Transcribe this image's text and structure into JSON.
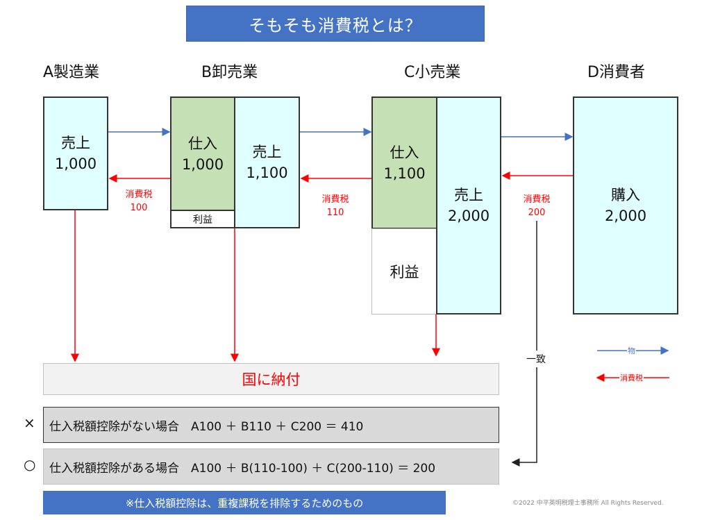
{
  "title": "そもそも消費税とは？",
  "columns": {
    "a": "A製造業",
    "b": "B卸売業",
    "c": "C小売業",
    "d": "D消費者"
  },
  "boxes": {
    "a_sales": {
      "label": "売上",
      "value": "1,000"
    },
    "b_purchase": {
      "label": "仕入",
      "value": "1,000"
    },
    "b_profit": {
      "label": "利益"
    },
    "b_sales": {
      "label": "売上",
      "value": "1,100"
    },
    "c_purchase": {
      "label": "仕入",
      "value": "1,100"
    },
    "c_profit": {
      "label": "利益"
    },
    "c_sales": {
      "label": "売上",
      "value": "2,000"
    },
    "d_purchase": {
      "label": "購入",
      "value": "2,000"
    }
  },
  "tax_flows": [
    {
      "label": "消費税",
      "value": "100"
    },
    {
      "label": "消費税",
      "value": "110"
    },
    {
      "label": "消費税",
      "value": "200"
    }
  ],
  "pay_to_nation": "国に納付",
  "match_label": "一致",
  "calculations": [
    {
      "mark": "×",
      "text": "仕入税額控除がない場合　A100 ＋ B110 ＋ C200 ＝ 410"
    },
    {
      "mark": "○",
      "text": "仕入税額控除がある場合　A100 ＋ B(110-100) ＋ C(200-110) ＝ 200"
    }
  ],
  "note": "※仕入税額控除は、重複課税を排除するためのもの",
  "legend": {
    "goods": "物",
    "tax": "消費税"
  },
  "copyright": "©2022 中平英明税理士事務所 All Rights Reserved.",
  "colors": {
    "blue": "#4472c4",
    "red": "#ff0000",
    "cyan_box": "#e0ffff",
    "green_box": "#c5e0b4",
    "gray_box": "#d9d9d9"
  }
}
